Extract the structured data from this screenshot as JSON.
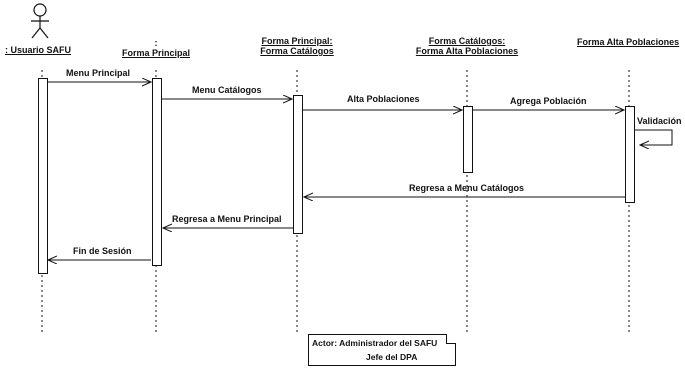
{
  "actor": {
    "label": ": Usuario SAFU"
  },
  "lifelines": [
    {
      "name_line1": ":",
      "name_line2": "Forma Principal"
    },
    {
      "name_line1": "Forma Principal:",
      "name_line2": "Forma Catálogos"
    },
    {
      "name_line1": "Forma Catálogos:",
      "name_line2": "Forma Alta Poblaciones"
    },
    {
      "name_line1": "Forma Alta Poblaciones",
      "name_line2": ""
    }
  ],
  "messages": [
    {
      "label": "Menu Principal"
    },
    {
      "label": "Menu Catálogos"
    },
    {
      "label": "Alta Poblaciones"
    },
    {
      "label": "Agrega Población"
    },
    {
      "label": "Validación"
    },
    {
      "label": "Regresa a Menu Catálogos"
    },
    {
      "label": "Regresa a Menu Principal"
    },
    {
      "label": "Fin de Sesión"
    }
  ],
  "note": {
    "line1": "Actor:  Administrador del SAFU",
    "line2": "Jefe del DPA"
  }
}
